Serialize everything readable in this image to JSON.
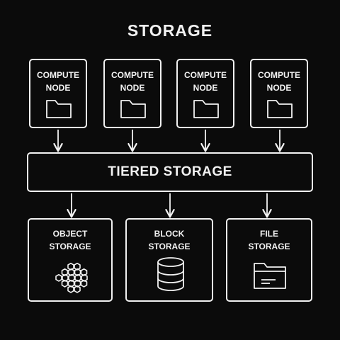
{
  "title": "STORAGE",
  "compute_nodes": [
    {
      "line1": "COMPUTE",
      "line2": "NODE",
      "icon": "folder-icon"
    },
    {
      "line1": "COMPUTE",
      "line2": "NODE",
      "icon": "folder-icon"
    },
    {
      "line1": "COMPUTE",
      "line2": "NODE",
      "icon": "folder-icon"
    },
    {
      "line1": "COMPUTE",
      "line2": "NODE",
      "icon": "folder-icon"
    }
  ],
  "tiered_storage": {
    "label": "TIERED STORAGE"
  },
  "storage_types": [
    {
      "line1": "OBJECT",
      "line2": "STORAGE",
      "icon": "hexagon-cluster-icon"
    },
    {
      "line1": "BLOCK",
      "line2": "STORAGE",
      "icon": "database-icon"
    },
    {
      "line1": "FILE",
      "line2": "STORAGE",
      "icon": "file-folder-icon"
    }
  ],
  "colors": {
    "background": "#0b0b0b",
    "foreground": "#f2f2f2"
  }
}
